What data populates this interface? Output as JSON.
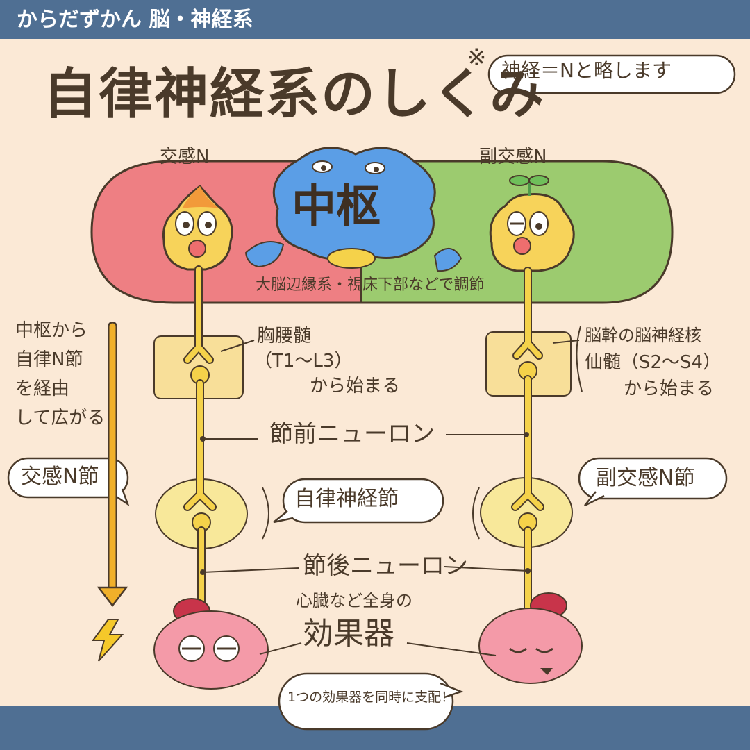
{
  "header": {
    "title": "からだずかん 脳・神経系"
  },
  "title": "自律神経系のしくみ",
  "note": {
    "star": "※",
    "text": "神経＝Nと略します"
  },
  "labels": {
    "sympathetic": "交感N",
    "parasympathetic": "副交感N",
    "center": "中枢",
    "center_sub": "大脳辺縁系・視床下部などで調節",
    "thoracolumbar": "胸腰髄",
    "thoracolumbar_range": "（T1〜L3）",
    "thoracolumbar_start": "から始まる",
    "brainstem": "脳幹の脳神経核",
    "sacral": "仙髄（S2〜S4）",
    "sacral_start": "から始まる",
    "preganglionic": "節前ニューロン",
    "ganglion": "自律神経節",
    "sympathetic_ganglion": "交感N節",
    "parasympathetic_ganglion": "副交感N節",
    "postganglionic": "節後ニューロン",
    "effector_sub": "心臓など全身の",
    "effector": "効果器",
    "dual": "1つの効果器を同時に支配！"
  },
  "left_column": {
    "lines": [
      "中枢から",
      "自律N節",
      "を経由",
      "して広がる"
    ]
  },
  "colors": {
    "header_band": "#4f6f93",
    "background": "#fbe9d6",
    "sympathetic_zone": "#ee7f83",
    "parasympathetic_zone": "#9ccb6f",
    "brain": "#5b9ee6",
    "neuron": "#f5d24a",
    "box": "#f8df99",
    "ganglion_circle": "#f8e89a",
    "organ": "#f49aa8",
    "arrow": "#f0b02a",
    "outline": "#4a3a2a"
  }
}
